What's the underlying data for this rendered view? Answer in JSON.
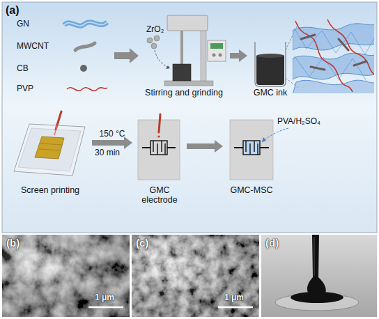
{
  "diagram": {
    "nodes": [
      {
        "text": [
          "(a)"
        ]
      },
      {
        "text": [
          "Stirring and grinding"
        ],
        "in": 0
      },
      {
        "text": [
          "GMC ink"
        ],
        "in": 0
      },
      {
        "text": [
          "Screen printing"
        ],
        "in": 0
      },
      {
        "text": [
          "GMC electrode"
        ],
        "in": 0
      },
      {
        "text": [
          "GMC-MSC"
        ],
        "in": 0
      },
      {
        "text": [
          "(b)",
          "1 μm"
        ]
      },
      {
        "text": [
          "(c)",
          "1 μm"
        ]
      },
      {
        "text": [
          "(d)"
        ]
      }
    ],
    "edges": [
      {
        "from": 1,
        "to": 2,
        "arrow": "to"
      },
      {
        "from": 3,
        "to": 4,
        "arrow": "to",
        "label": "150 °C"
      },
      {
        "from": 4,
        "to": 5,
        "arrow": "to"
      }
    ],
    "labels": [
      "GN",
      "MWCNT",
      "CB",
      "PVP",
      "ZrO₂",
      "30 min",
      "PVA/H₂SO₄"
    ]
  }
}
